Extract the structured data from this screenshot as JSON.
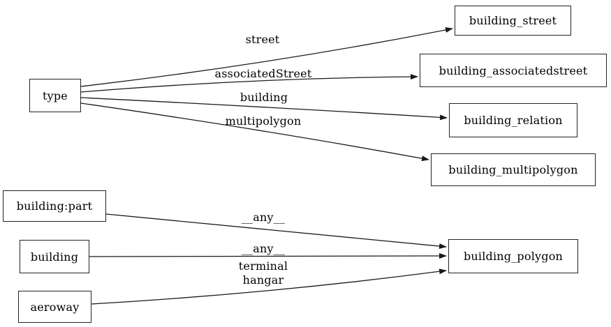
{
  "diagram": {
    "background_color": "#ffffff",
    "stroke_color": "#1a1a1a",
    "text_color": "#000000",
    "node_fill": "#ffffff",
    "nodes": {
      "type": {
        "label": "type"
      },
      "building_street": {
        "label": "building_street"
      },
      "building_associatedstreet": {
        "label": "building_associatedstreet"
      },
      "building_relation": {
        "label": "building_relation"
      },
      "building_multipolygon": {
        "label": "building_multipolygon"
      },
      "building_part": {
        "label": "building:part"
      },
      "building": {
        "label": "building"
      },
      "aeroway": {
        "label": "aeroway"
      },
      "building_polygon": {
        "label": "building_polygon"
      }
    },
    "edges": [
      {
        "from": "type",
        "to": "building_street",
        "label": "street"
      },
      {
        "from": "type",
        "to": "building_associatedstreet",
        "label": "associatedStreet"
      },
      {
        "from": "type",
        "to": "building_relation",
        "label": "building"
      },
      {
        "from": "type",
        "to": "building_multipolygon",
        "label": "multipolygon"
      },
      {
        "from": "building:part",
        "to": "building_polygon",
        "label": "__any__"
      },
      {
        "from": "building",
        "to": "building_polygon",
        "label": "__any__"
      },
      {
        "from": "aeroway",
        "to": "building_polygon",
        "label": "terminal\nhangar"
      }
    ]
  }
}
